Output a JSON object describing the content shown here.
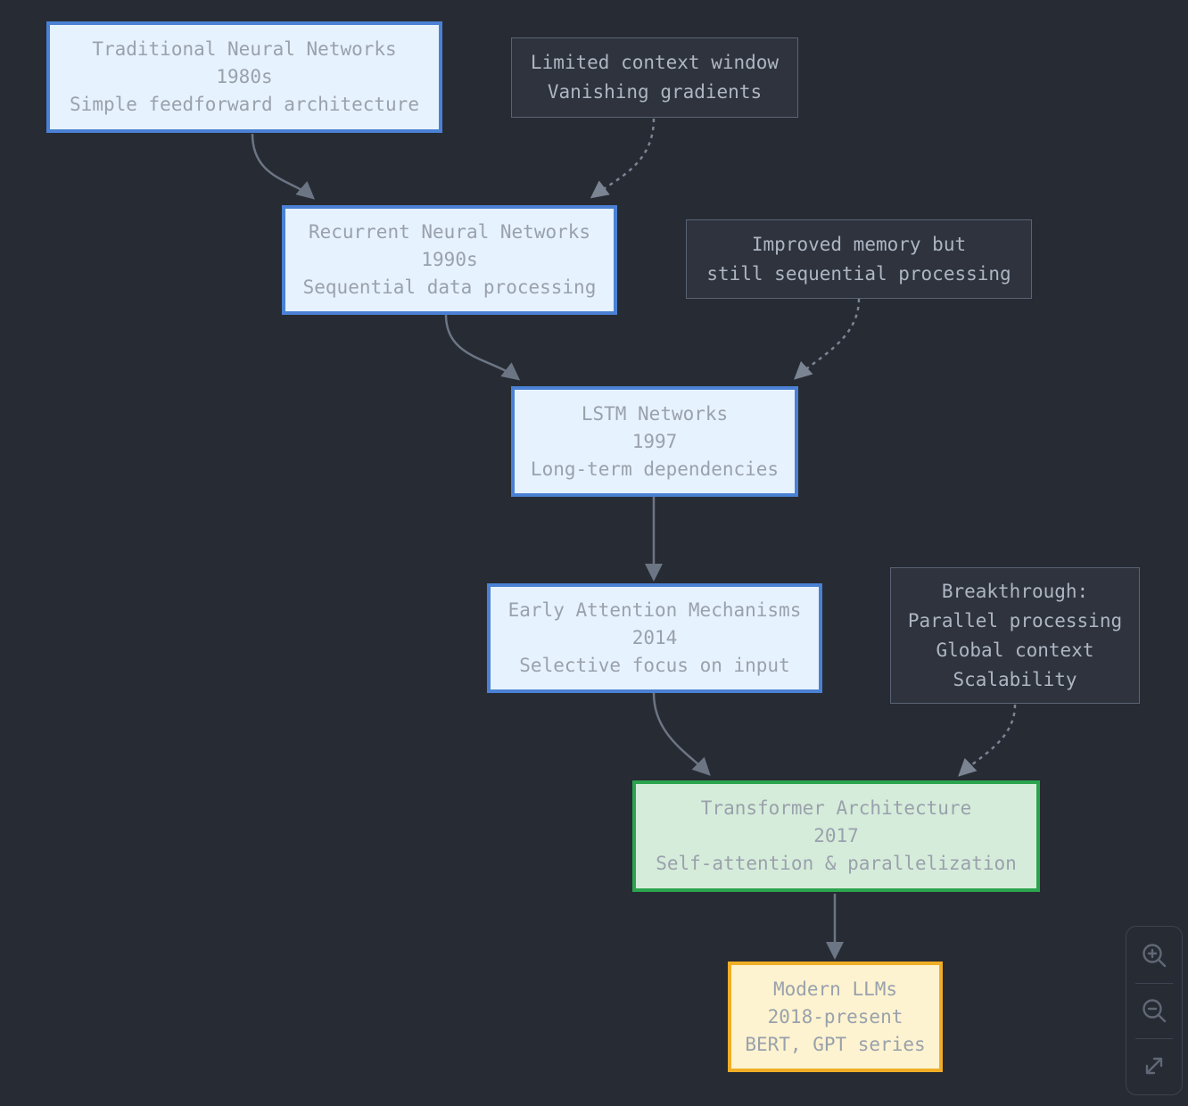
{
  "diagram": {
    "title_semantic": "Evolution of neural network architectures to modern LLMs",
    "nodes": [
      {
        "id": "traditional",
        "kind": "milestone-blue",
        "lines": [
          "Traditional Neural Networks",
          "1980s",
          "Simple feedforward architecture"
        ]
      },
      {
        "id": "rnn",
        "kind": "milestone-blue",
        "lines": [
          "Recurrent Neural Networks",
          "1990s",
          "Sequential data processing"
        ]
      },
      {
        "id": "lstm",
        "kind": "milestone-blue",
        "lines": [
          "LSTM Networks",
          "1997",
          "Long-term dependencies"
        ]
      },
      {
        "id": "attention",
        "kind": "milestone-blue",
        "lines": [
          "Early Attention Mechanisms",
          "2014",
          "Selective focus on input"
        ]
      },
      {
        "id": "transformer",
        "kind": "milestone-green",
        "lines": [
          "Transformer Architecture",
          "2017",
          "Self-attention & parallelization"
        ]
      },
      {
        "id": "llms",
        "kind": "milestone-yellow",
        "lines": [
          "Modern LLMs",
          "2018-present",
          "BERT, GPT series"
        ]
      }
    ],
    "annotations": [
      {
        "id": "limited-context",
        "lines": [
          "Limited context window",
          "Vanishing gradients"
        ]
      },
      {
        "id": "improved-memory",
        "lines": [
          "Improved memory but",
          "still sequential processing"
        ]
      },
      {
        "id": "breakthrough",
        "lines": [
          "Breakthrough:",
          "Parallel processing",
          "Global context",
          "Scalability"
        ]
      }
    ],
    "edges": [
      {
        "from": "traditional",
        "to": "rnn",
        "style": "solid"
      },
      {
        "from": "limited-context",
        "to": "rnn",
        "style": "dotted"
      },
      {
        "from": "rnn",
        "to": "lstm",
        "style": "solid"
      },
      {
        "from": "improved-memory",
        "to": "lstm",
        "style": "dotted"
      },
      {
        "from": "lstm",
        "to": "attention",
        "style": "solid"
      },
      {
        "from": "attention",
        "to": "transformer",
        "style": "solid"
      },
      {
        "from": "breakthrough",
        "to": "transformer",
        "style": "dotted"
      },
      {
        "from": "transformer",
        "to": "llms",
        "style": "solid"
      }
    ]
  },
  "controls": {
    "zoom_in_icon": "magnifier-plus",
    "zoom_out_icon": "magnifier-minus",
    "expand_icon": "diagonal-resize-arrows"
  },
  "palette": {
    "background": "#272b33",
    "node_blue_fill": "#e6f2fd",
    "node_blue_border": "#4a81d4",
    "node_green_fill": "#d6ecda",
    "node_green_border": "#2ca44e",
    "node_yellow_fill": "#fdf3d0",
    "node_yellow_border": "#f0ae27",
    "node_text": "#99a1ac",
    "annotation_fill": "#2e333d",
    "annotation_border": "#5a6375",
    "annotation_text": "#aeb6c3",
    "edge_solid": "#6c7584",
    "edge_dotted": "#7b8493"
  }
}
